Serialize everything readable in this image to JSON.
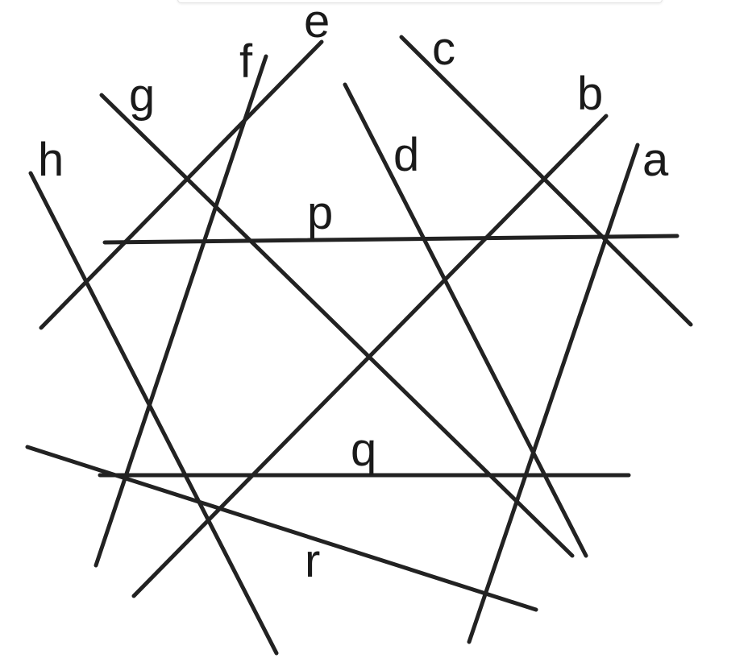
{
  "colors": {
    "line": "#222222",
    "label": "#1a1a1a",
    "background": "#ffffff"
  },
  "lines": [
    {
      "id": "a",
      "label": "a"
    },
    {
      "id": "b",
      "label": "b"
    },
    {
      "id": "c",
      "label": "c"
    },
    {
      "id": "d",
      "label": "d"
    },
    {
      "id": "e",
      "label": "e"
    },
    {
      "id": "f",
      "label": "f"
    },
    {
      "id": "g",
      "label": "g"
    },
    {
      "id": "h",
      "label": "h"
    },
    {
      "id": "p",
      "label": "p"
    },
    {
      "id": "q",
      "label": "q"
    },
    {
      "id": "r",
      "label": "r"
    }
  ]
}
